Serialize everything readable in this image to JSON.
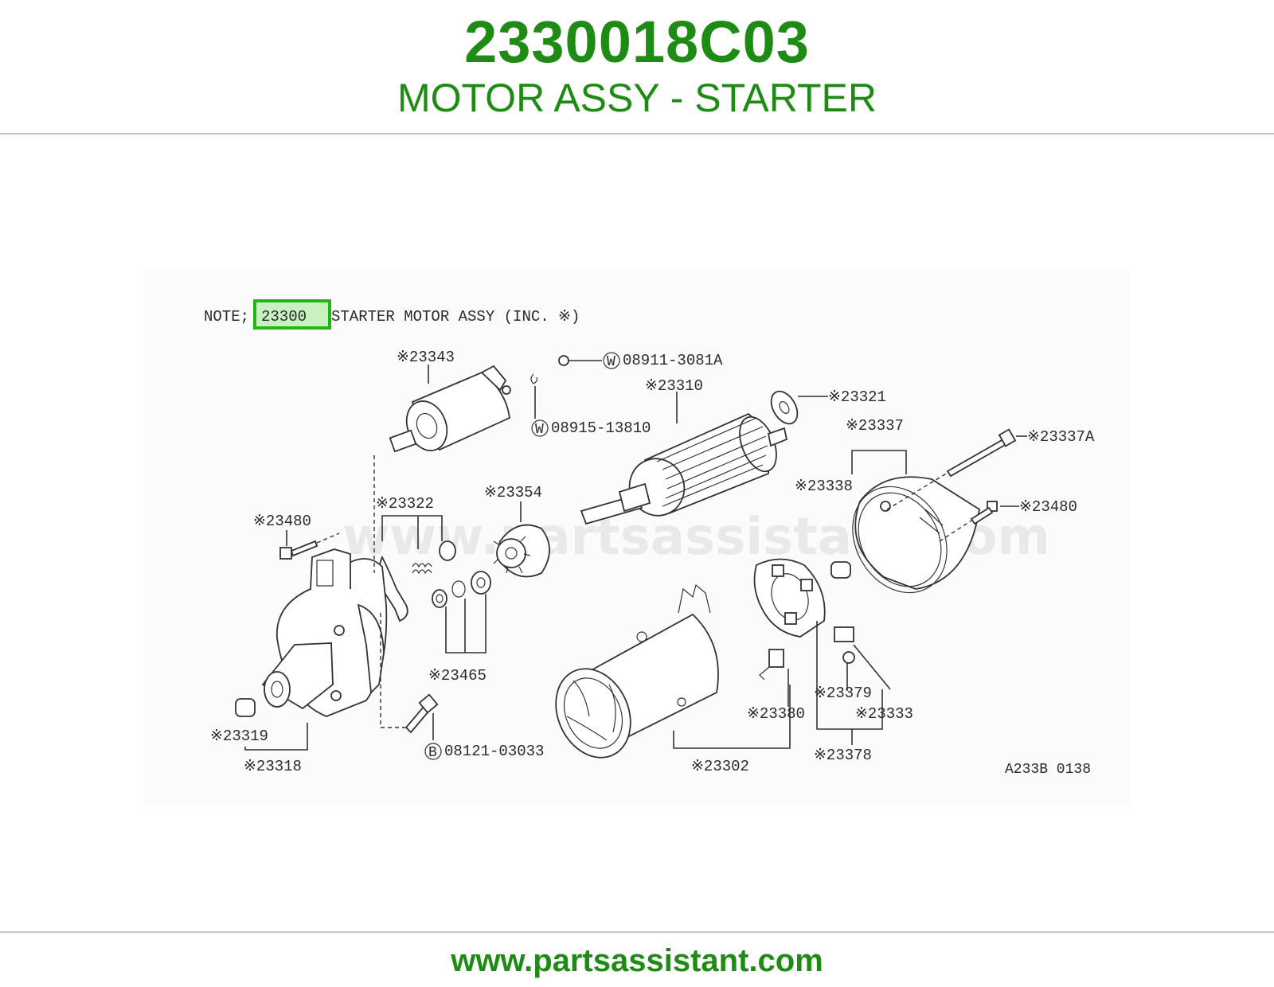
{
  "header": {
    "part_number": "2330018C03",
    "part_name": "MOTOR ASSY - STARTER"
  },
  "footer": {
    "url": "www.partsassistant.com"
  },
  "diagram": {
    "watermark": "www.partsassistant.com",
    "note_prefix": "NOTE;",
    "note_highlighted_code": "23300",
    "note_text": "STARTER MOTOR ASSY (INC. ※)",
    "drawing_code": "A233B 0138",
    "highlight_color": "#22b514",
    "labels": {
      "l23343": "※23343",
      "l08911": "08911-3081A",
      "l08911_prefix": "W",
      "l23310": "※23310",
      "l23321": "※23321",
      "l08915": "08915-13810",
      "l08915_prefix": "W",
      "l23337": "※23337",
      "l23337A": "※23337A",
      "l23338": "※23338",
      "l23480_right": "※23480",
      "l23322": "※23322",
      "l23354": "※23354",
      "l23480_left": "※23480",
      "l23465": "※23465",
      "l23319": "※23319",
      "l23318": "※23318",
      "l08121": "08121-03033",
      "l08121_prefix": "B",
      "l23379": "※23379",
      "l23333": "※23333",
      "l23380": "※23380",
      "l23302": "※23302",
      "l23378": "※23378"
    }
  }
}
